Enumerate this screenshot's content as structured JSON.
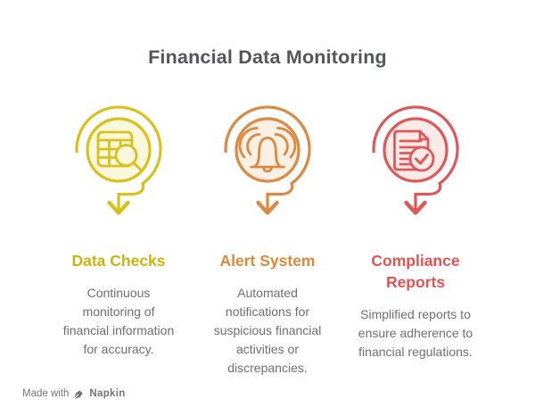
{
  "title": "Financial Data Monitoring",
  "columns": [
    {
      "id": "data-checks",
      "icon": "table-search-icon",
      "heading_lines": [
        "Data Checks"
      ],
      "body_lines": [
        "Continuous",
        "monitoring of",
        "financial information",
        "for accuracy."
      ],
      "colors": {
        "stroke": "#D9C11C",
        "fill": "#FAF7DC",
        "heading": "#CDB40D"
      }
    },
    {
      "id": "alert-system",
      "icon": "alarm-bell-icon",
      "heading_lines": [
        "Alert System"
      ],
      "body_lines": [
        "Automated",
        "notifications for",
        "suspicious financial",
        "activities or",
        "discrepancies."
      ],
      "colors": {
        "stroke": "#DA8A42",
        "fill": "#FBF0E3",
        "heading": "#DD8938"
      }
    },
    {
      "id": "compliance-reports",
      "icon": "document-check-icon",
      "heading_lines": [
        "Compliance",
        "Reports"
      ],
      "body_lines": [
        "Simplified reports to",
        "ensure adherence to",
        "financial regulations."
      ],
      "colors": {
        "stroke": "#DF5858",
        "fill": "#FCEAE9",
        "heading": "#E15454"
      }
    }
  ],
  "footer": {
    "made_with": "Made with",
    "brand": "Napkin"
  },
  "text_colors": {
    "title": "#55565A",
    "body": "#6E6F72",
    "footer": "#737478"
  }
}
